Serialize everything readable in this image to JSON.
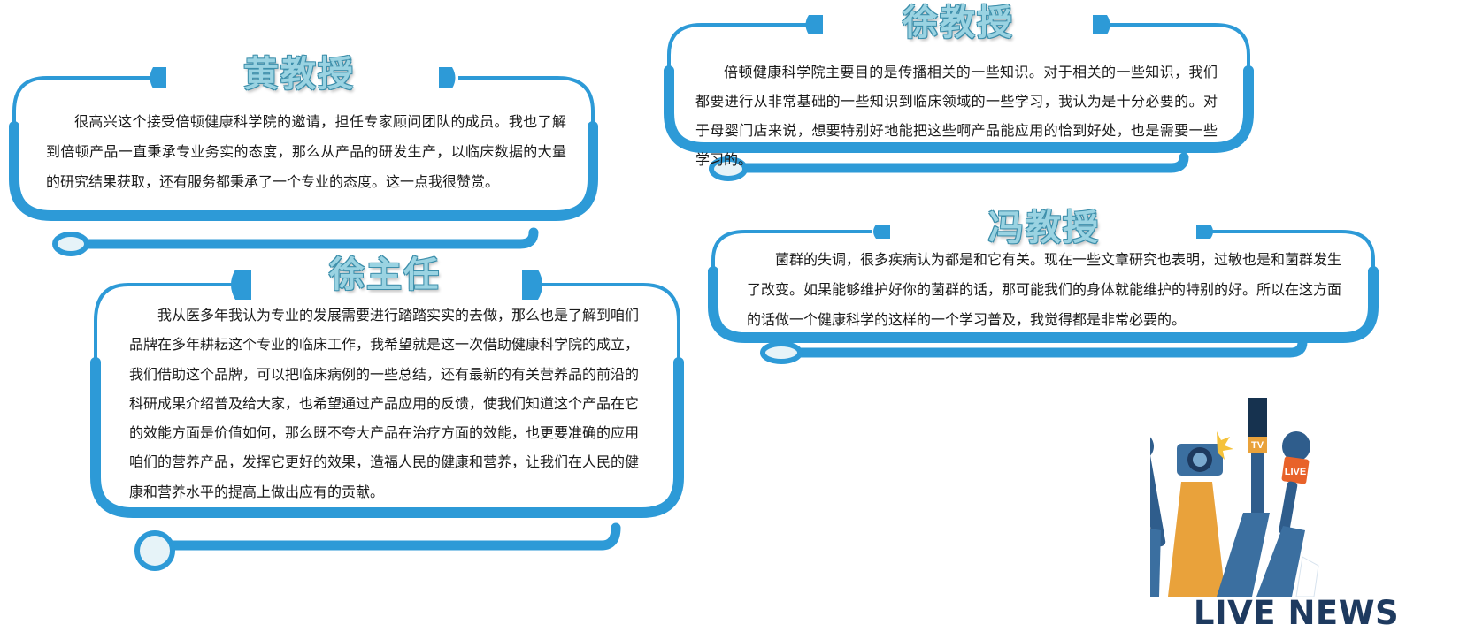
{
  "theme": {
    "accent": "#2d9ad7",
    "title_color": "#9ad3e2"
  },
  "cards": [
    {
      "title": "黄教授",
      "text": "很高兴这个接受倍顿健康科学院的邀请，担任专家顾问团队的成员。我也了解到倍顿产品一直秉承专业务实的态度，那么从产品的研发生产，以临床数据的大量的研究结果获取，还有服务都秉承了一个专业的态度。这一点我很赞赏。"
    },
    {
      "title": "徐教授",
      "text": "倍顿健康科学院主要目的是传播相关的一些知识。对于相关的一些知识，我们都要进行从非常基础的一些知识到临床领域的一些学习，我认为是十分必要的。对于母婴门店来说，想要特别好地能把这些啊产品能应用的恰到好处，也是需要一些学习的。"
    },
    {
      "title": "冯教授",
      "text": "菌群的失调，很多疾病认为都是和它有关。现在一些文章研究也表明，过敏也是和菌群发生了改变。如果能够维护好你的菌群的话，那可能我们的身体就能维护的特别的好。所以在这方面的话做一个健康科学的这样的一个学习普及，我觉得都是非常必要的。"
    },
    {
      "title": "徐主任",
      "text": "我从医多年我认为专业的发展需要进行踏踏实实的去做，那么也是了解到咱们品牌在多年耕耘这个专业的临床工作，我希望就是这一次借助健康科学院的成立，我们借助这个品牌，可以把临床病例的一些总结，还有最新的有关营养品的前沿的科研成果介绍普及给大家，也希望通过产品应用的反馈，使我们知道这个产品在它的效能方面是价值如何，那么既不夸大产品在治疗方面的效能，也更要准确的应用咱们的营养产品，发挥它更好的效果，造福人民的健康和营养，让我们在人民的健康和营养水平的提高上做出应有的贡献。"
    }
  ],
  "illustration": {
    "headline": "LIVE NEWS",
    "mic_labels": {
      "tv": "TV",
      "live": "LIVE"
    },
    "icons": [
      "microphone-icon",
      "camera-icon",
      "recorder-icon"
    ]
  }
}
